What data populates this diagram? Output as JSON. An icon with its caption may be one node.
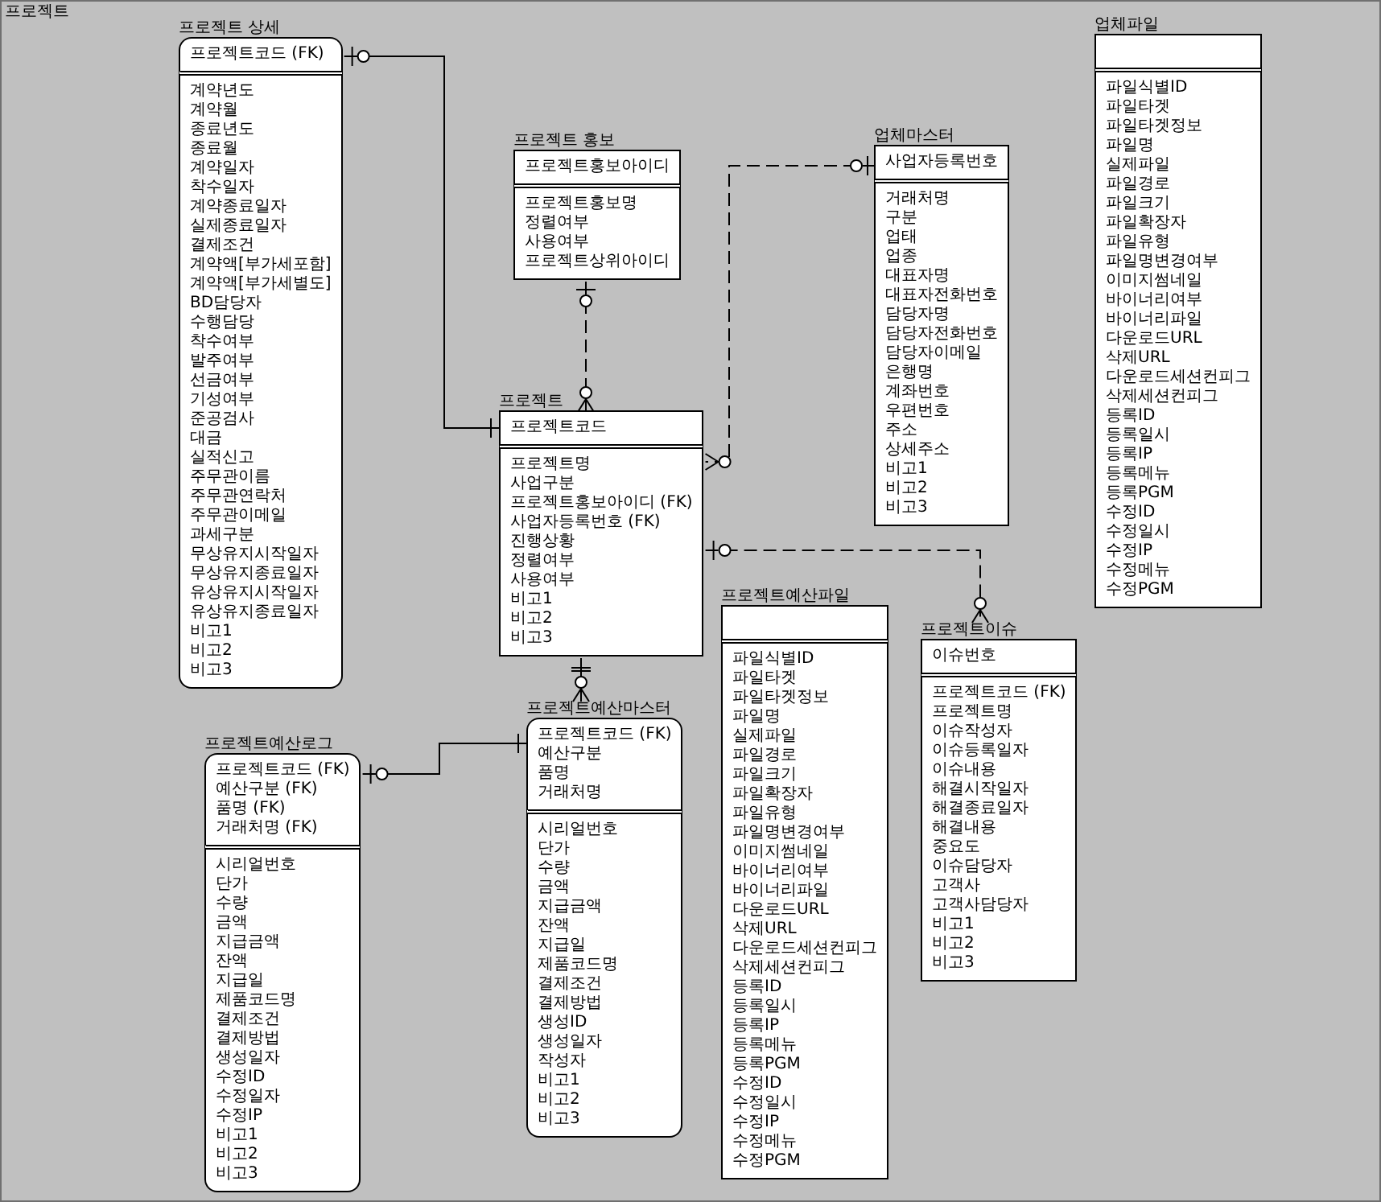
{
  "diagram": {
    "nodes": [
      {
        "text": [
          "프로젝트"
        ]
      },
      {
        "text": [
          "프로젝트 상세"
        ],
        "in": 0
      },
      {
        "text": [
          "프로젝트코드 (FK)"
        ],
        "in": 1
      },
      {
        "text": [
          "계약년도",
          "계약월",
          "종료년도",
          "종료월",
          "계약일자",
          "착수일자",
          "계약종료일자",
          "실제종료일자",
          "결제조건",
          "계약액[부가세포함]",
          "계약액[부가세별도]",
          "BD담당자",
          "수행담당",
          "착수여부",
          "발주여부",
          "선금여부",
          "기성여부",
          "준공검사",
          "대금",
          "실적신고",
          "주무관이름",
          "주무관연락처",
          "주무관이메일",
          "과세구분",
          "무상유지시작일자",
          "무상유지종료일자",
          "유상유지시작일자",
          "유상유지종료일자",
          "비고1",
          "비고2",
          "비고3"
        ],
        "in": 1
      },
      {
        "text": [
          "프로젝트 홍보"
        ],
        "in": 0
      },
      {
        "text": [
          "프로젝트홍보아이디"
        ],
        "in": 4
      },
      {
        "text": [
          "프로젝트홍보명",
          "정렬여부",
          "사용여부",
          "프로젝트상위아이디"
        ],
        "in": 4
      },
      {
        "text": [
          "업체마스터"
        ],
        "in": 0
      },
      {
        "text": [
          "사업자등록번호"
        ],
        "in": 7
      },
      {
        "text": [
          "거래처명",
          "구분",
          "업태",
          "업종",
          "대표자명",
          "대표자전화번호",
          "담당자명",
          "담당자전화번호",
          "담당자이메일",
          "은행명",
          "계좌번호",
          "우편번호",
          "주소",
          "상세주소",
          "비고1",
          "비고2",
          "비고3"
        ],
        "in": 7
      },
      {
        "text": [
          "업체파일"
        ],
        "in": 0
      },
      {
        "text": [],
        "shape": "box",
        "in": 10
      },
      {
        "text": [
          "파일식별ID",
          "파일타겟",
          "파일타겟정보",
          "파일명",
          "실제파일",
          "파일경로",
          "파일크기",
          "파일확장자",
          "파일유형",
          "파일명변경여부",
          "이미지썸네일",
          "바이너리여부",
          "바이너리파일",
          "다운로드URL",
          "삭제URL",
          "다운로드세션컨피그",
          "삭제세션컨피그",
          "등록ID",
          "등록일시",
          "등록IP",
          "등록메뉴",
          "등록PGM",
          "수정ID",
          "수정일시",
          "수정IP",
          "수정메뉴",
          "수정PGM"
        ],
        "in": 10
      },
      {
        "text": [
          "프로젝트"
        ],
        "in": 0
      },
      {
        "text": [
          "프로젝트코드"
        ],
        "in": 13
      },
      {
        "text": [
          "프로젝트명",
          "사업구분",
          "프로젝트홍보아이디 (FK)",
          "사업자등록번호 (FK)",
          "진행상황",
          "정렬여부",
          "사용여부",
          "비고1",
          "비고2",
          "비고3"
        ],
        "in": 13
      },
      {
        "text": [
          "프로젝트예산파일"
        ],
        "in": 0
      },
      {
        "text": [],
        "shape": "box",
        "in": 16
      },
      {
        "text": [
          "파일식별ID",
          "파일타겟",
          "파일타겟정보",
          "파일명",
          "실제파일",
          "파일경로",
          "파일크기",
          "파일확장자",
          "파일유형",
          "파일명변경여부",
          "이미지썸네일",
          "바이너리여부",
          "바이너리파일",
          "다운로드URL",
          "삭제URL",
          "다운로드세션컨피그",
          "삭제세션컨피그",
          "등록ID",
          "등록일시",
          "등록IP",
          "등록메뉴",
          "등록PGM",
          "수정ID",
          "수정일시",
          "수정IP",
          "수정메뉴",
          "수정PGM"
        ],
        "in": 16
      },
      {
        "text": [
          "프로젝트이슈"
        ],
        "in": 0
      },
      {
        "text": [
          "이슈번호"
        ],
        "in": 19
      },
      {
        "text": [
          "프로젝트코드 (FK)",
          "프로젝트명",
          "이슈작성자",
          "이슈등록일자",
          "이슈내용",
          "해결시작일자",
          "해결종료일자",
          "해결내용",
          "중요도",
          "이슈담당자",
          "고객사",
          "고객사담당자",
          "비고1",
          "비고2",
          "비고3"
        ],
        "in": 19
      },
      {
        "text": [
          "프로젝트예산마스터"
        ],
        "in": 0
      },
      {
        "text": [
          "프로젝트코드 (FK)",
          "예산구분",
          "품명",
          "거래처명"
        ],
        "in": 22
      },
      {
        "text": [
          "시리얼번호",
          "단가",
          "수량",
          "금액",
          "지급금액",
          "잔액",
          "지급일",
          "제품코드명",
          "결제조건",
          "결제방법",
          "생성ID",
          "생성일자",
          "작성자",
          "비고1",
          "비고2",
          "비고3"
        ],
        "in": 22
      },
      {
        "text": [
          "프로젝트예산로그"
        ],
        "in": 0
      },
      {
        "text": [
          "프로젝트코드 (FK)",
          "예산구분 (FK)",
          "품명 (FK)",
          "거래처명 (FK)"
        ],
        "in": 25
      },
      {
        "text": [
          "시리얼번호",
          "단가",
          "수량",
          "금액",
          "지급금액",
          "잔액",
          "지급일",
          "제품코드명",
          "결제조건",
          "결제방법",
          "생성일자",
          "수정ID",
          "수정일자",
          "수정IP",
          "비고1",
          "비고2",
          "비고3"
        ],
        "in": 25
      }
    ],
    "edges": [
      {
        "from": 13,
        "to": 1,
        "arrow": "other"
      },
      {
        "from": 4,
        "to": 13,
        "arrow": "other",
        "style": "dashed"
      },
      {
        "from": 7,
        "to": 13,
        "arrow": "other",
        "style": "dashed"
      },
      {
        "from": 13,
        "to": 19,
        "arrow": "other",
        "style": "dashed"
      },
      {
        "from": 13,
        "to": 22,
        "arrow": "other"
      },
      {
        "from": 22,
        "to": 25,
        "arrow": "other"
      }
    ]
  }
}
